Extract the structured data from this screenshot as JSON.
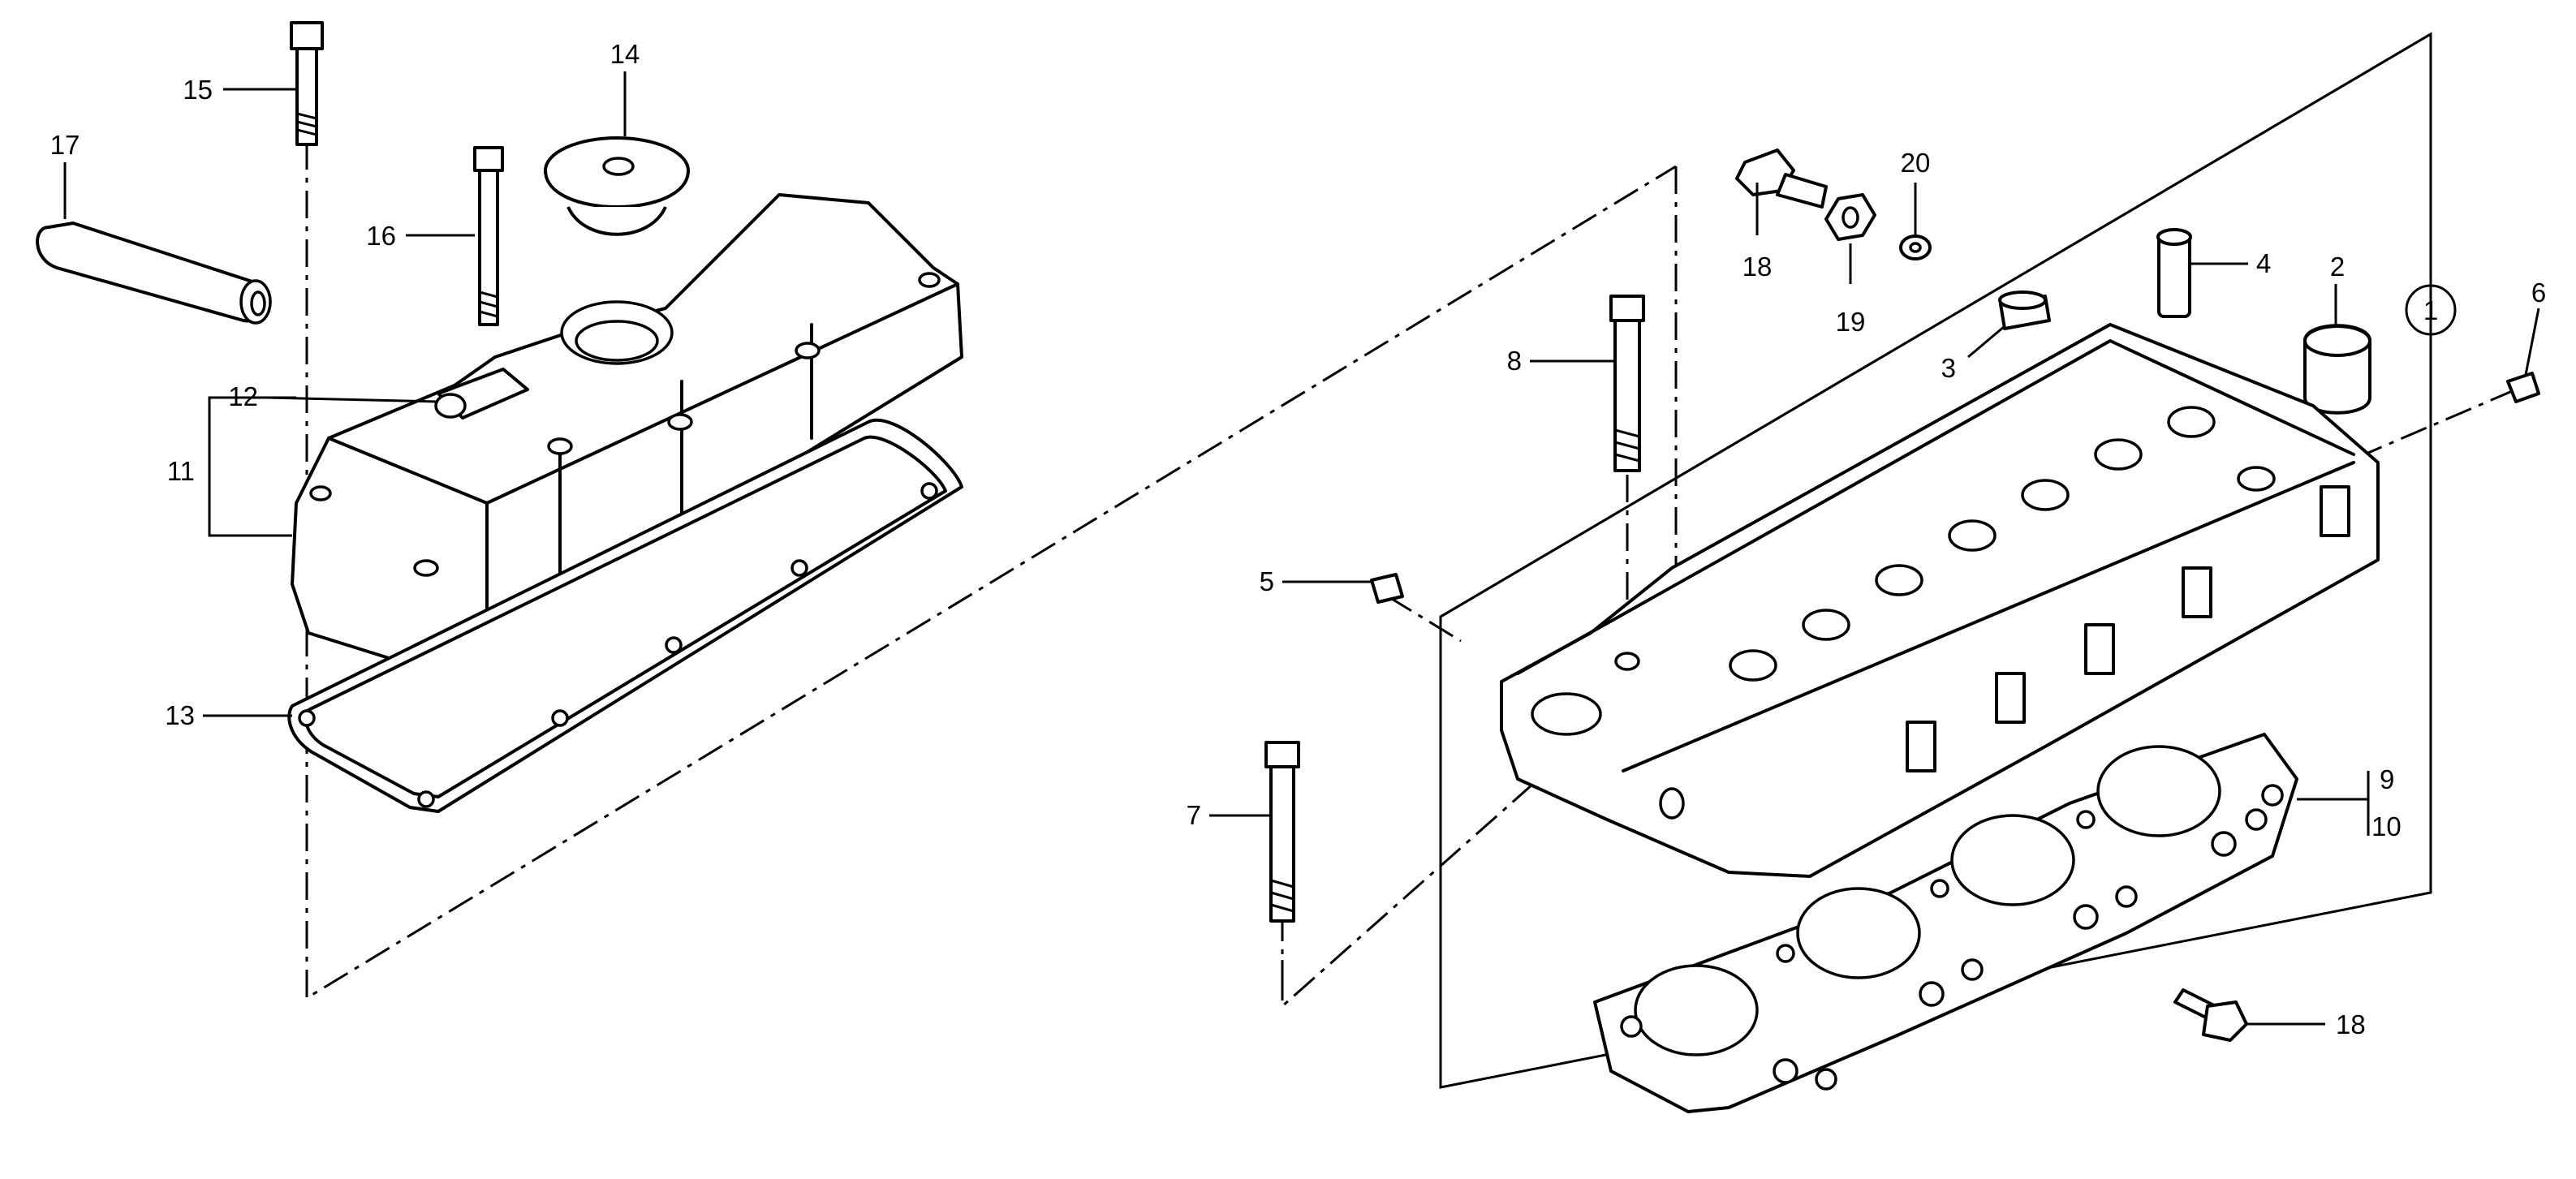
{
  "callouts": {
    "c1": "1",
    "c2": "2",
    "c3": "3",
    "c4": "4",
    "c5": "5",
    "c6": "6",
    "c7": "7",
    "c8": "8",
    "c9": "9",
    "c10": "10",
    "c11": "11",
    "c12": "12",
    "c13": "13",
    "c14": "14",
    "c15": "15",
    "c16": "16",
    "c17": "17",
    "c18a": "18",
    "c18b": "18",
    "c19": "19",
    "c20": "20"
  },
  "colors": {
    "line": "#000000",
    "background": "#ffffff"
  }
}
